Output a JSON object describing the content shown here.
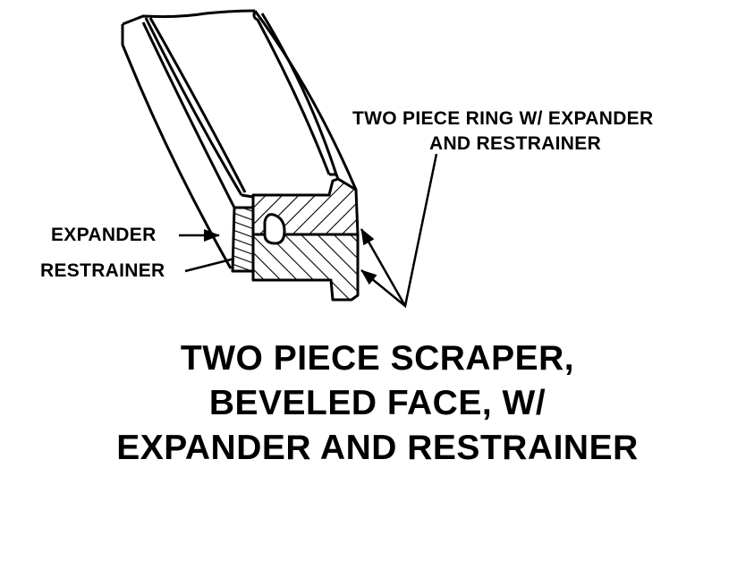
{
  "labels": {
    "ring": [
      "TWO PIECE RING W/ EXPANDER",
      "AND RESTRAINER"
    ],
    "expander": "EXPANDER",
    "restrainer": "RESTRAINER"
  },
  "title": [
    "TWO PIECE SCRAPER,",
    "BEVELED FACE, W/",
    "EXPANDER AND RESTRAINER"
  ]
}
